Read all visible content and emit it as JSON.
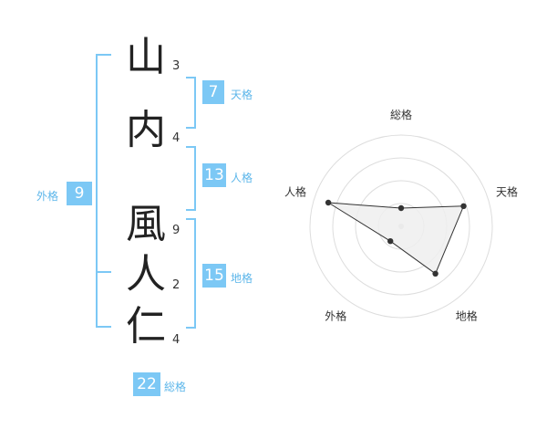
{
  "name": {
    "chars": [
      {
        "char": "山",
        "strokes": "3"
      },
      {
        "char": "内",
        "strokes": "4"
      },
      {
        "char": "風",
        "strokes": "9"
      },
      {
        "char": "人",
        "strokes": "2"
      },
      {
        "char": "仁",
        "strokes": "4"
      }
    ]
  },
  "kakusu": {
    "tenkaku": {
      "value": "7",
      "label": "天格"
    },
    "jinkaku": {
      "value": "13",
      "label": "人格"
    },
    "chikaku": {
      "value": "15",
      "label": "地格"
    },
    "gaikaku": {
      "value": "9",
      "label": "外格"
    },
    "soukaku": {
      "value": "22",
      "label": "総格"
    }
  },
  "colors": {
    "bracket": "#7cc8f5",
    "badge": "#7cc8f5",
    "badge_label": "#5cb6ea",
    "radar_line": "#333333",
    "radar_fill": "#eeeeee",
    "grid": "#dddddd"
  },
  "chart_data": {
    "type": "radar",
    "axes": [
      "総格",
      "天格",
      "地格",
      "外格",
      "人格"
    ],
    "max": 5,
    "rings": 4,
    "values": [
      1.0,
      3.6,
      3.2,
      1.0,
      4.2
    ]
  }
}
